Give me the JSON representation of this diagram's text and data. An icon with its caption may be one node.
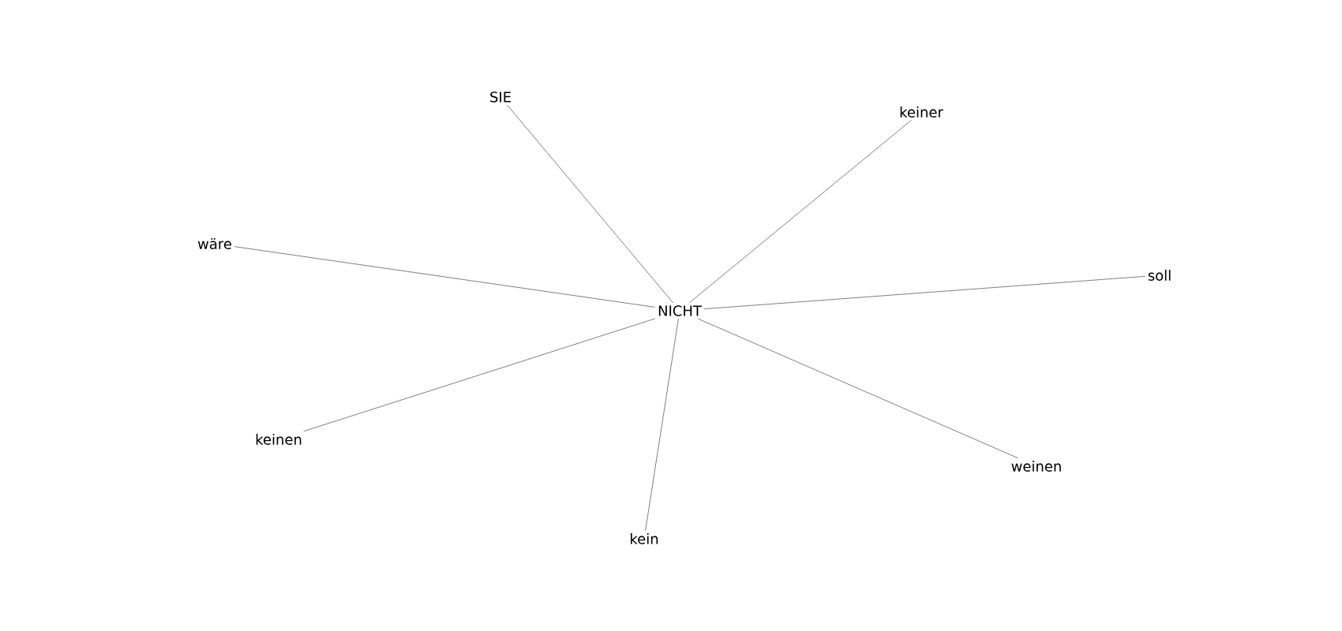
{
  "diagram": {
    "nodes": [
      {
        "text": [
          "SIE"
        ]
      },
      {
        "text": [
          "keiner"
        ]
      },
      {
        "text": [
          "wäre"
        ]
      },
      {
        "text": [
          "soll"
        ]
      },
      {
        "text": [
          "NICHT"
        ]
      },
      {
        "text": [
          "keinen"
        ]
      },
      {
        "text": [
          "weinen"
        ]
      },
      {
        "text": [
          "kein"
        ]
      }
    ],
    "edges": [
      {
        "from": 4,
        "to": 0,
        "arrow": "none"
      },
      {
        "from": 4,
        "to": 1,
        "arrow": "none"
      },
      {
        "from": 4,
        "to": 2,
        "arrow": "none"
      },
      {
        "from": 4,
        "to": 3,
        "arrow": "none"
      },
      {
        "from": 4,
        "to": 5,
        "arrow": "none"
      },
      {
        "from": 4,
        "to": 6,
        "arrow": "none"
      },
      {
        "from": 4,
        "to": 7,
        "arrow": "none"
      }
    ]
  }
}
